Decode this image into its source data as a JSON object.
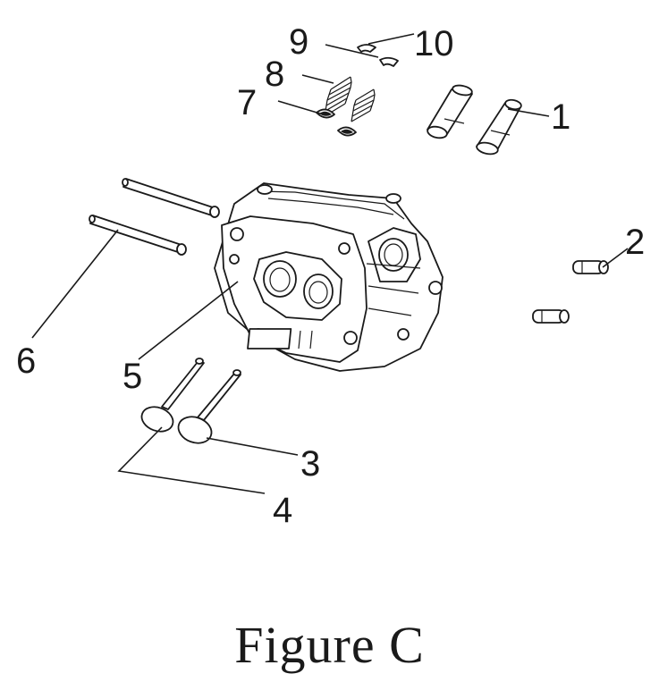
{
  "figure": {
    "caption": "Figure C",
    "callouts": {
      "c1": "1",
      "c2": "2",
      "c3": "3",
      "c4": "4",
      "c5": "5",
      "c6": "6",
      "c7": "7",
      "c8": "8",
      "c9": "9",
      "c10": "10"
    }
  },
  "colors": {
    "ink": "#1a1a1a",
    "paper": "#ffffff"
  }
}
